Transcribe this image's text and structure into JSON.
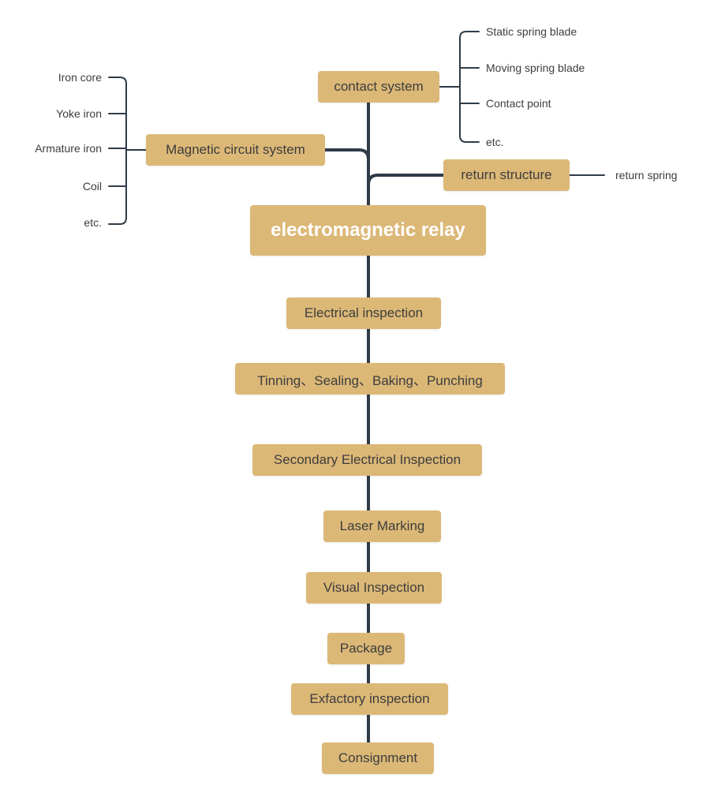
{
  "root": {
    "label": "electromagnetic relay"
  },
  "contact_system": {
    "label": "contact system",
    "items": [
      "Static spring blade",
      "Moving spring blade",
      "Contact point",
      "etc."
    ]
  },
  "magnetic_circuit": {
    "label": "Magnetic circuit system",
    "items": [
      "Iron core",
      "Yoke iron",
      "Armature iron",
      "Coil",
      "etc."
    ]
  },
  "return_structure": {
    "label": "return structure",
    "items": [
      "return spring"
    ]
  },
  "process_steps": [
    "Electrical inspection",
    "Tinning、Sealing、Baking、Punching",
    "Secondary Electrical Inspection",
    "Laser Marking",
    "Visual Inspection",
    "Package",
    "Exfactory inspection",
    "Consignment"
  ],
  "colors": {
    "node_fill": "#dcb877",
    "line": "#2f3b48",
    "text": "#3d3d3d",
    "root_text": "#ffffff"
  }
}
